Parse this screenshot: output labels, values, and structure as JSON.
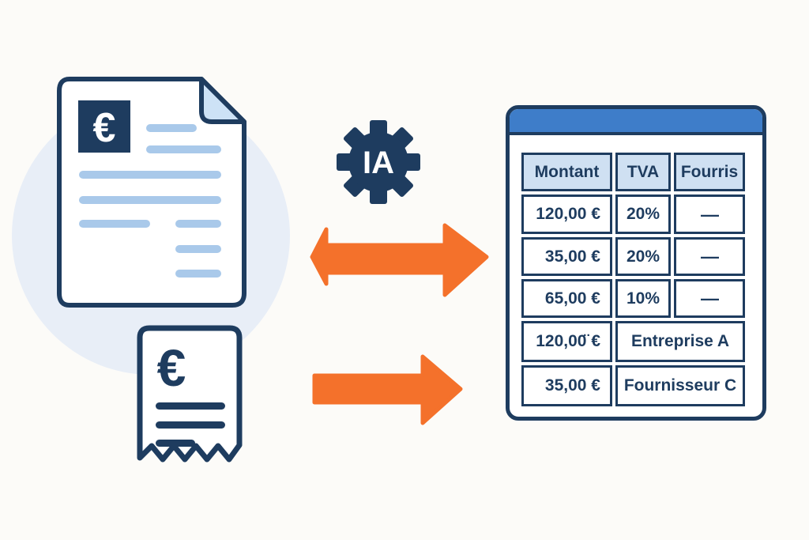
{
  "illustration": {
    "invoice": {
      "euro_badge": "€"
    },
    "receipt": {
      "euro_symbol": "€"
    },
    "gear": {
      "label": "IA"
    }
  },
  "table": {
    "headers": [
      "Montant",
      "TVA",
      "Fourris"
    ],
    "rows_simple": [
      {
        "montant": "120,00 €",
        "tva": "20%",
        "fournisseur": "—"
      },
      {
        "montant": "35,00 €",
        "tva": "20%",
        "fournisseur": "—"
      },
      {
        "montant": "65,00 €",
        "tva": "10%",
        "fournisseur": "—"
      }
    ],
    "rows_merged": [
      {
        "montant": "120,00̈ €",
        "fournisseur": "Entreprise A"
      },
      {
        "montant": "35,00 €",
        "fournisseur": "Fournisseur C"
      }
    ]
  },
  "colors": {
    "navy": "#1e3c5f",
    "orange": "#f4712b",
    "titlebar_blue": "#3e7dc9",
    "header_cell_blue": "#cfe0f2",
    "doc_line_blue": "#a9c9ea",
    "fold_blue": "#cde2f6",
    "circle_blue": "#e8eef7",
    "background": "#fcfbf8"
  }
}
